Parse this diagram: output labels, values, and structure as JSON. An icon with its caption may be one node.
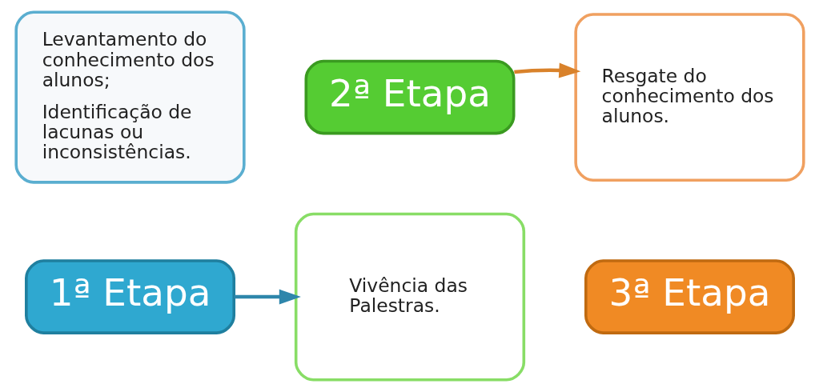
{
  "diagram": {
    "nodes": [
      {
        "text": [
          "Levantamento do conhecimento dos alunos;",
          "Identificação de lacunas ou inconsistências."
        ]
      },
      {
        "text": [
          "1ª Etapa"
        ]
      },
      {
        "text": [
          "2ª Etapa"
        ]
      },
      {
        "text": [
          "Vivência das Palestras."
        ]
      },
      {
        "text": [
          "Resgate do conhecimento dos alunos."
        ]
      },
      {
        "text": [
          "3ª Etapa"
        ]
      }
    ],
    "edges": [
      {
        "from": 1,
        "to": 3,
        "arrow": "to",
        "color": "#2e86ab"
      },
      {
        "from": 2,
        "to": 4,
        "arrow": "to",
        "color": "#d9822b"
      }
    ]
  }
}
